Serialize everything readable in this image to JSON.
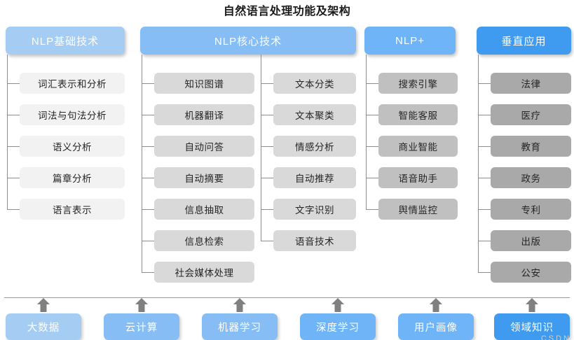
{
  "title": "自然语言处理功能及架构",
  "colors": {
    "header_light_blue": "#a5cdf4",
    "header_mid_blue": "#86bdf5",
    "header_blue": "#6fb4f7",
    "header_deep_blue": "#3f9bf0",
    "item_gray_1": "#f2f2f2",
    "item_gray_2": "#d9d9d9",
    "item_gray_3": "#d9d9d9",
    "item_gray_4": "#c0c0c0",
    "item_gray_5": "#a9a9a9",
    "connector": "#8c8c8c",
    "arrow": "#808080",
    "footer_light_blue": "#a5cdf4",
    "footer_mid_blue": "#86bdf5",
    "footer_blue": "#6fb4f7",
    "footer_deep_blue": "#3f9bf0",
    "title_text": "#1a1a1a"
  },
  "headers": [
    {
      "label": "NLP基础技术"
    },
    {
      "label": "NLP核心技术"
    },
    {
      "label": "NLP+"
    },
    {
      "label": "垂直应用"
    }
  ],
  "columns": [
    {
      "name": "nlp-basic",
      "parent": "NLP基础技术",
      "items": [
        "词汇表示和分析",
        "词法与句法分析",
        "语义分析",
        "篇章分析",
        "语言表示"
      ]
    },
    {
      "name": "nlp-core-left",
      "parent": "NLP核心技术",
      "items": [
        "知识图谱",
        "机器翻译",
        "自动问答",
        "自动摘要",
        "信息抽取",
        "信息检索",
        "社会媒体处理"
      ]
    },
    {
      "name": "nlp-core-right",
      "parent": "NLP核心技术",
      "items": [
        "文本分类",
        "文本聚类",
        "情感分析",
        "自动推荐",
        "文字识别",
        "语音技术"
      ]
    },
    {
      "name": "nlp-plus",
      "parent": "NLP+",
      "items": [
        "搜索引擎",
        "智能客服",
        "商业智能",
        "语音助手",
        "舆情监控"
      ]
    },
    {
      "name": "vertical-apps",
      "parent": "垂直应用",
      "items": [
        "法律",
        "医疗",
        "教育",
        "政务",
        "专利",
        "出版",
        "公安"
      ]
    }
  ],
  "foundations": [
    {
      "label": "大数据"
    },
    {
      "label": "云计算"
    },
    {
      "label": "机器学习"
    },
    {
      "label": "深度学习"
    },
    {
      "label": "用户画像"
    },
    {
      "label": "领域知识"
    }
  ],
  "watermark": "CSDN"
}
